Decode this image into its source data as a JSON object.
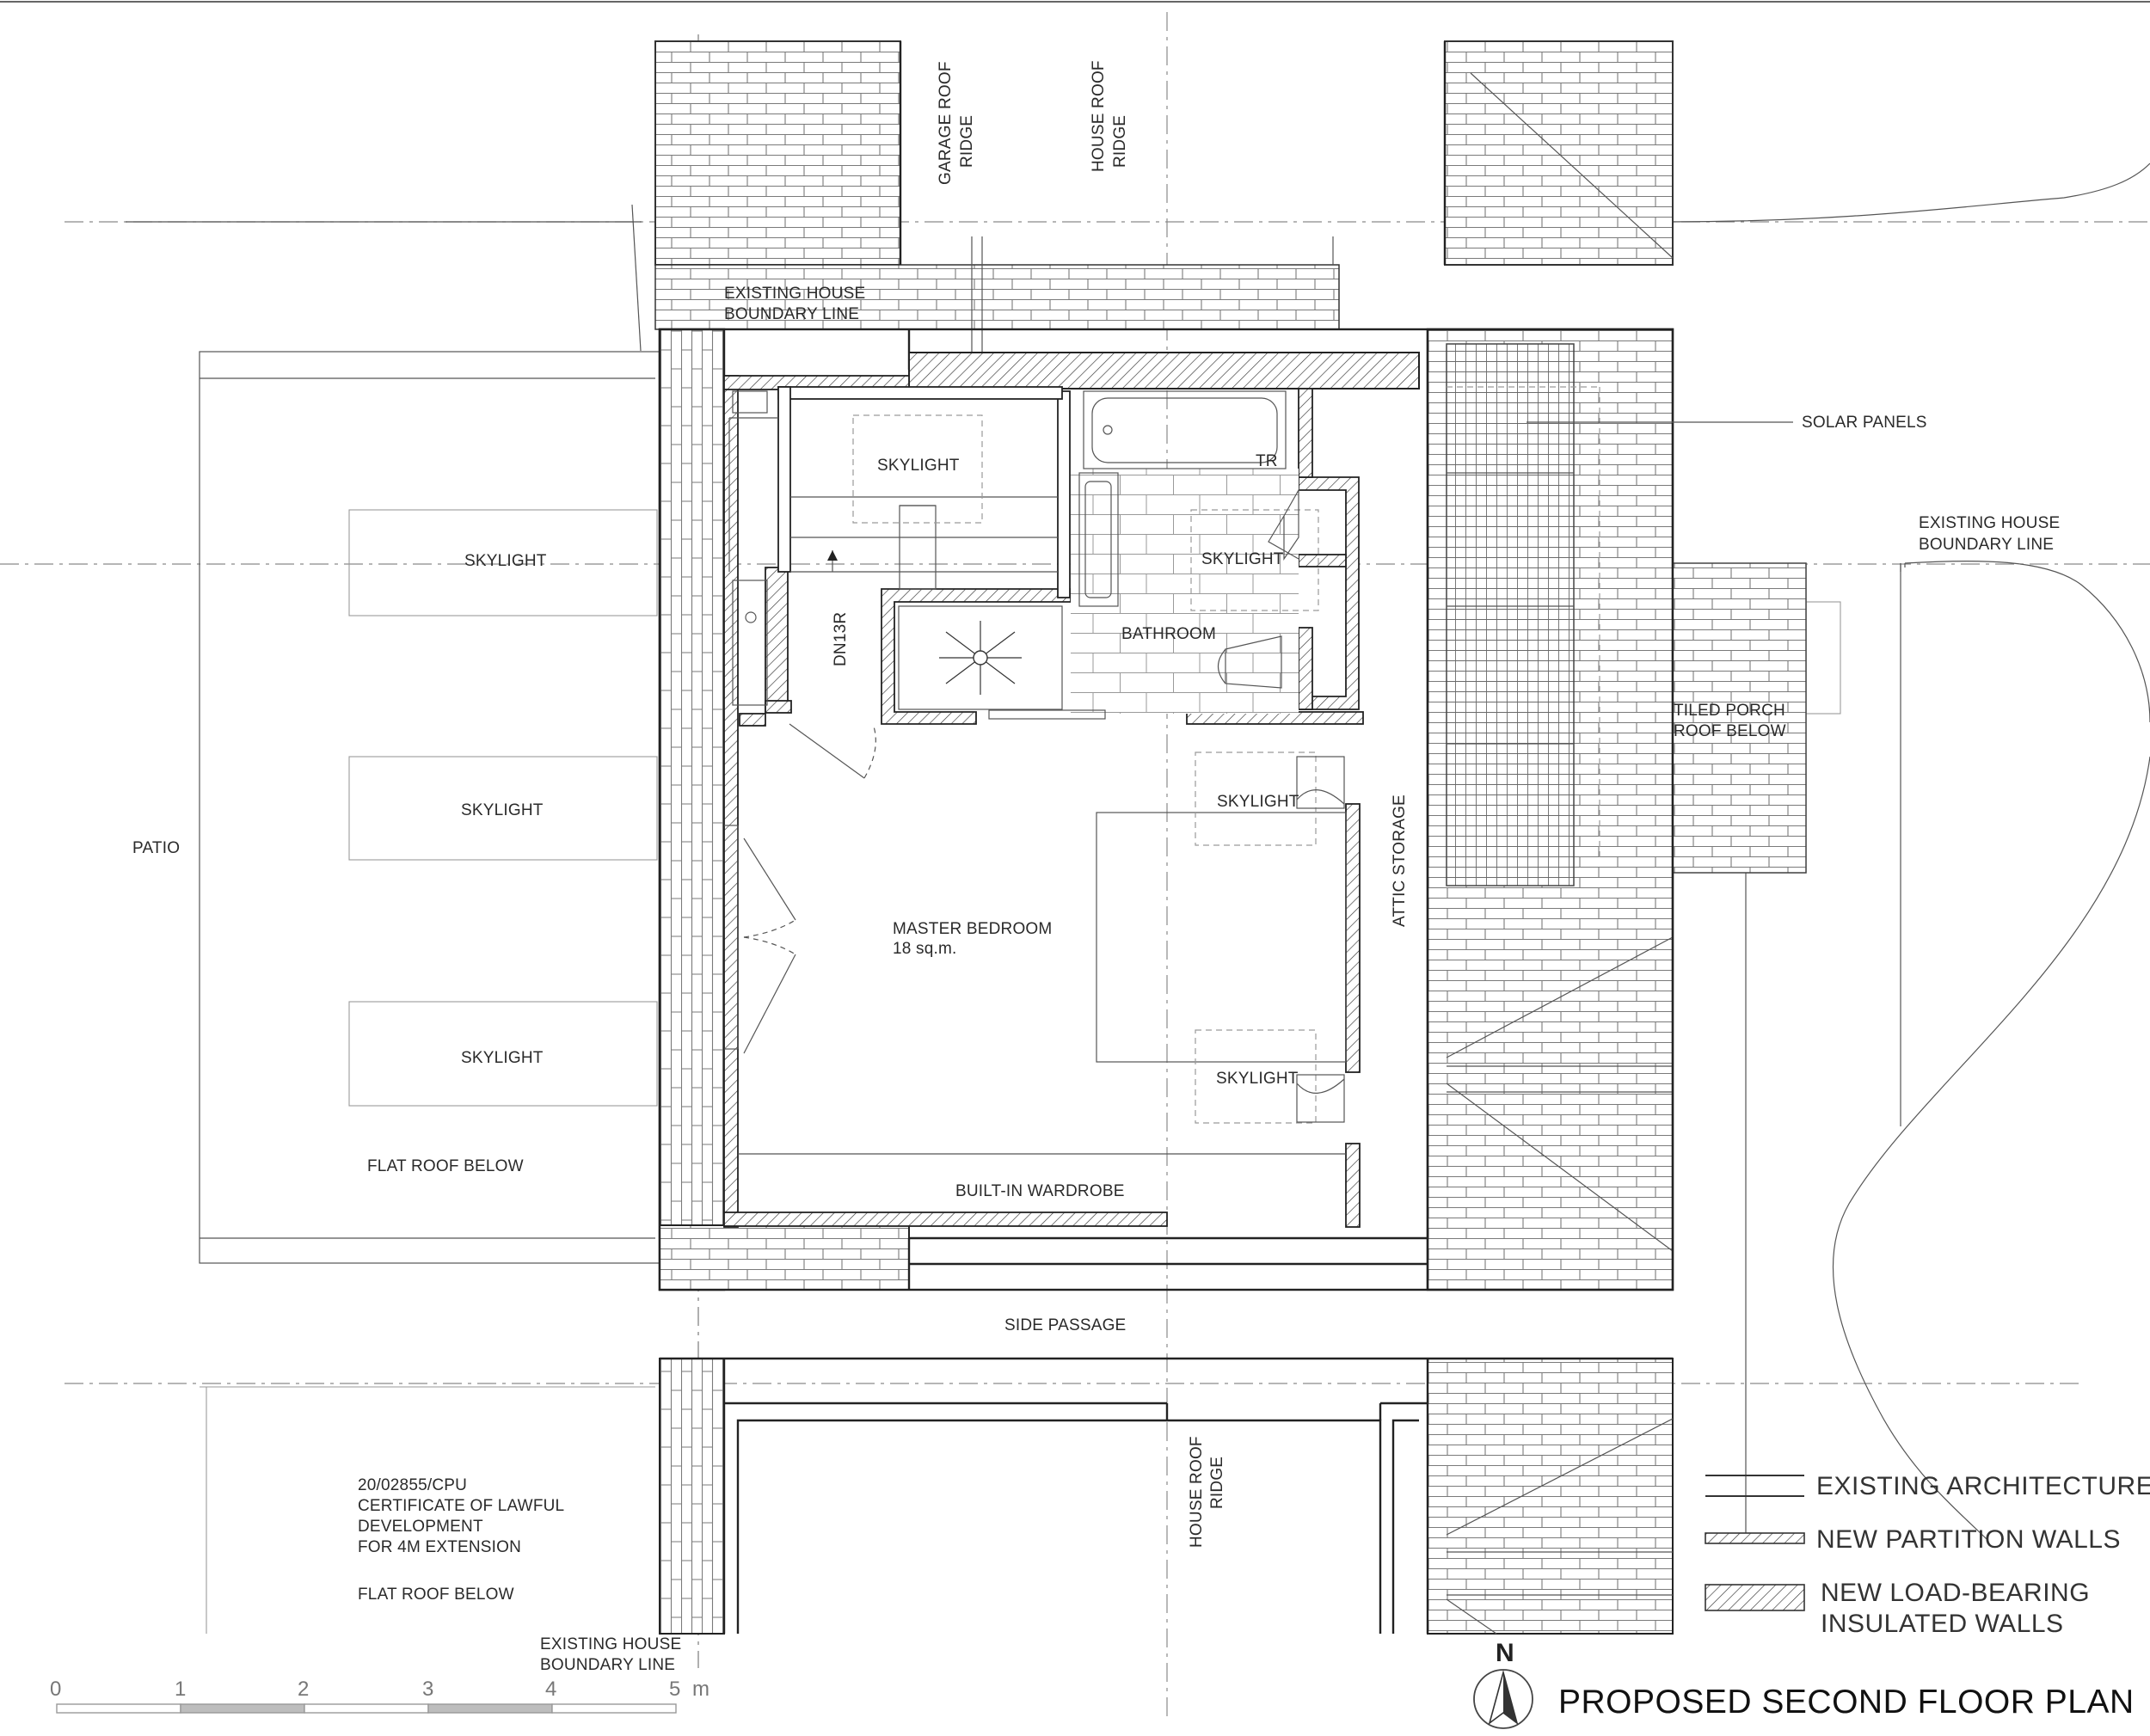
{
  "labels": {
    "garage_roof_ridge_1": "GARAGE ROOF",
    "garage_roof_ridge_2": "RIDGE",
    "house_roof_ridge_top_1": "HOUSE ROOF",
    "house_roof_ridge_top_2": "RIDGE",
    "existing_boundary_top_1": "EXISTING HOUSE",
    "existing_boundary_top_2": "BOUNDARY LINE",
    "solar_panels": "SOLAR PANELS",
    "existing_boundary_right_1": "EXISTING HOUSE",
    "existing_boundary_right_2": "BOUNDARY LINE",
    "skylight_stair": "SKYLIGHT",
    "tr": "TR",
    "skylight_bath": "SKYLIGHT",
    "bathroom": "BATHROOM",
    "stair_dn": "DN13R",
    "skylight_left_1": "SKYLIGHT",
    "skylight_left_2": "SKYLIGHT",
    "skylight_left_3": "SKYLIGHT",
    "patio": "PATIO",
    "tiled_porch_1": "TILED PORCH",
    "tiled_porch_2": "ROOF BELOW",
    "skylight_bed_top": "SKYLIGHT",
    "attic_storage": "ATTIC STORAGE",
    "master_bedroom": "MASTER BEDROOM",
    "master_area": "18 sq.m.",
    "skylight_bed_bottom": "SKYLIGHT",
    "flat_roof_below_1": "FLAT ROOF BELOW",
    "built_in_wardrobe": "BUILT-IN WARDROBE",
    "side_passage": "SIDE PASSAGE",
    "house_roof_ridge_bot_1": "HOUSE ROOF",
    "house_roof_ridge_bot_2": "RIDGE",
    "cert_1": "20/02855/CPU",
    "cert_2": "CERTIFICATE OF LAWFUL",
    "cert_3": "DEVELOPMENT",
    "cert_4": "FOR 4M EXTENSION",
    "flat_roof_below_2": "FLAT ROOF BELOW",
    "existing_boundary_bottom_1": "EXISTING HOUSE",
    "existing_boundary_bottom_2": "BOUNDARY LINE"
  },
  "legend": {
    "existing": "EXISTING ARCHITECTURE",
    "partition": "NEW PARTITION WALLS",
    "loadbearing_1": "NEW LOAD-BEARING",
    "loadbearing_2": "INSULATED WALLS"
  },
  "north": "N",
  "title": "PROPOSED SECOND FLOOR PLAN",
  "scale": {
    "ticks": [
      "0",
      "1",
      "2",
      "3",
      "4",
      "5"
    ],
    "unit": "m"
  }
}
